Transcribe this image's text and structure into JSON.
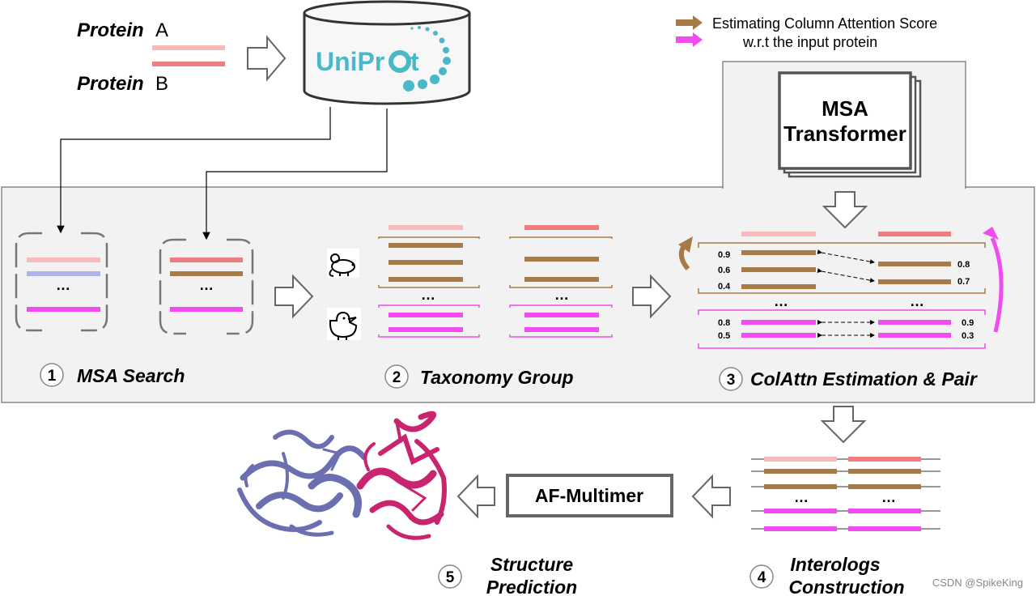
{
  "colors": {
    "light_pink": "#f7b9b9",
    "salmon": "#ef7d7d",
    "brown": "#a67b48",
    "magenta": "#f04cf0",
    "lavender": "#b3b3ec",
    "panel_gray": "#f2f2f2",
    "protein_blue": "#6b6fb0",
    "protein_pink": "#c9256f",
    "uniprot_teal": "#4bb8c9"
  },
  "proteins": {
    "a_word": "Protein",
    "a_letter": "A",
    "b_word": "Protein",
    "b_letter": "B"
  },
  "database": {
    "logo_left": "UniPr",
    "logo_right": "t",
    "icon": "uniprot-database-icon"
  },
  "legend": {
    "brown_label": "Estimating Column Attention Score",
    "magenta_label": "w.r.t the input protein"
  },
  "transformer": {
    "line1": "MSA",
    "line2": "Transformer"
  },
  "ellipsis": "…",
  "steps": [
    {
      "num": "1",
      "label": "MSA Search"
    },
    {
      "num": "2",
      "label": "Taxonomy Group"
    },
    {
      "num": "3",
      "label": "ColAttn Estimation & Pair"
    },
    {
      "num": "4",
      "label_line1": "Interologs",
      "label_line2": "Construction"
    },
    {
      "num": "5",
      "label_line1": "Structure",
      "label_line2": "Prediction"
    }
  ],
  "icons": {
    "mouse": "mouse-icon",
    "duck": "duck-icon"
  },
  "scores": {
    "left_brown": [
      "0.9",
      "0.6",
      "0.4"
    ],
    "right_brown": [
      "0.8",
      "0.7"
    ],
    "left_magenta": [
      "0.8",
      "0.5"
    ],
    "right_magenta": [
      "0.9",
      "0.3"
    ]
  },
  "af_multimer": "AF-Multimer",
  "watermark": "CSDN @SpikeKing"
}
